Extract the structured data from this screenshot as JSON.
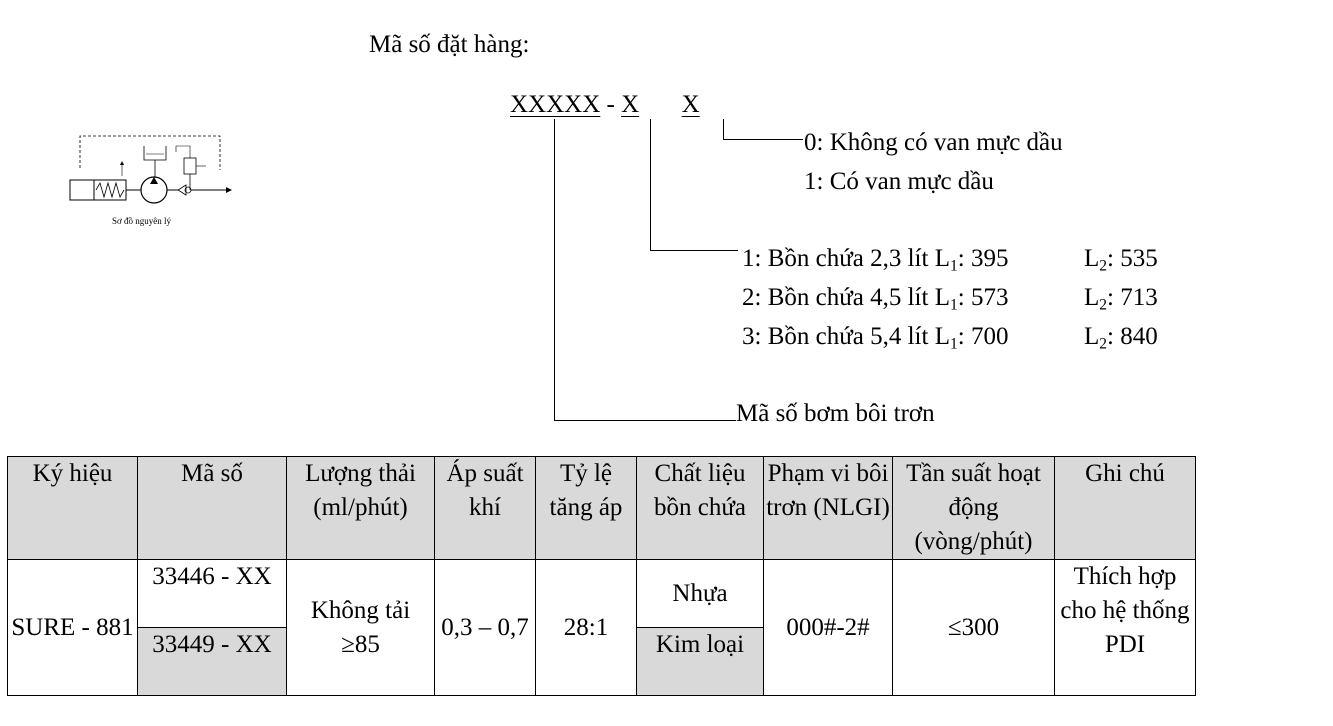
{
  "order_code": {
    "heading": "Mã số đặt hàng:",
    "code_part1": "XXXXX",
    "sep": "-",
    "code_part2": "X",
    "code_part3": "X",
    "valve_options": [
      "0: Không có van mực dầu",
      "1: Có van mực dầu"
    ],
    "tank_options": [
      {
        "label": "1: Bồn chứa 2,3 lít",
        "l1": "395",
        "l2": "535"
      },
      {
        "label": "2: Bồn chứa 4,5 lít",
        "l1": "573",
        "l2": "713"
      },
      {
        "label": "3: Bồn chứa 5,4 lít",
        "l1": "700",
        "l2": "840"
      }
    ],
    "l1_prefix": "L",
    "l1_sub": "1",
    "l2_prefix": "L",
    "l2_sub": "2",
    "pump_code_label": "Mã số bơm bôi trơn"
  },
  "diagram": {
    "caption": "Sơ đồ nguyên lý"
  },
  "table": {
    "headers": [
      "Ký hiệu",
      "Mã số",
      "Lượng thải (ml/phút)",
      "Áp suất khí",
      "Tỷ lệ tăng áp",
      "Chất liệu bồn chứa",
      "Phạm vi bôi trơn (NLGI)",
      "Tần suất hoạt động (vòng/phút)",
      "Ghi chú"
    ],
    "row": {
      "symbol": "SURE - 881",
      "code_a": "33446 - XX",
      "code_b": "33449 - XX",
      "flow": "Không tải ≥85",
      "air_pressure": "0,3 – 0,7",
      "ratio": "28:1",
      "material_a": "Nhựa",
      "material_b": "Kim loại",
      "nlgi": "000#-2#",
      "frequency": "≤300",
      "note": "Thích hợp cho hệ thống PDI"
    }
  }
}
